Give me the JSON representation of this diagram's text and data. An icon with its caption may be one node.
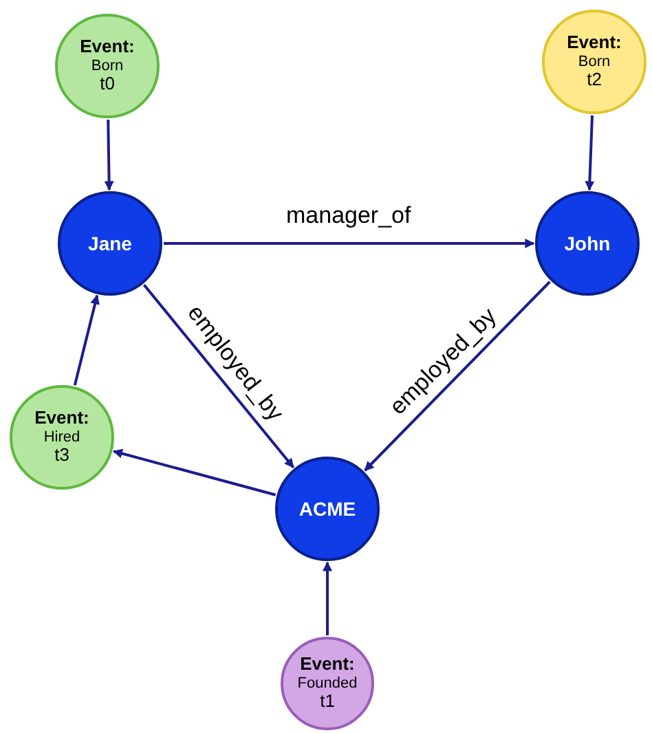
{
  "diagram": {
    "nodes": [
      {
        "text": [
          "Event:",
          "Born",
          "t0"
        ]
      },
      {
        "text": [
          "Event:",
          "Born",
          "t2"
        ]
      },
      {
        "text": [
          "Jane"
        ]
      },
      {
        "text": [
          "John"
        ]
      },
      {
        "text": [
          "Event:",
          "Hired",
          "t3"
        ]
      },
      {
        "text": [
          "ACME"
        ]
      },
      {
        "text": [
          "Event:",
          "Founded",
          "t1"
        ]
      }
    ],
    "edges": [
      {
        "from": 0,
        "to": 2,
        "arrow": "to"
      },
      {
        "from": 1,
        "to": 3,
        "arrow": "to"
      },
      {
        "from": 2,
        "to": 3,
        "arrow": "to",
        "label": "manager_of"
      },
      {
        "from": 2,
        "to": 5,
        "arrow": "to",
        "label": "employed_by"
      },
      {
        "from": 3,
        "to": 5,
        "arrow": "to",
        "label": "employed_by"
      },
      {
        "from": 4,
        "to": 2,
        "arrow": "to"
      },
      {
        "from": 5,
        "to": 4,
        "arrow": "to"
      },
      {
        "from": 6,
        "to": 5,
        "arrow": "to"
      }
    ]
  }
}
